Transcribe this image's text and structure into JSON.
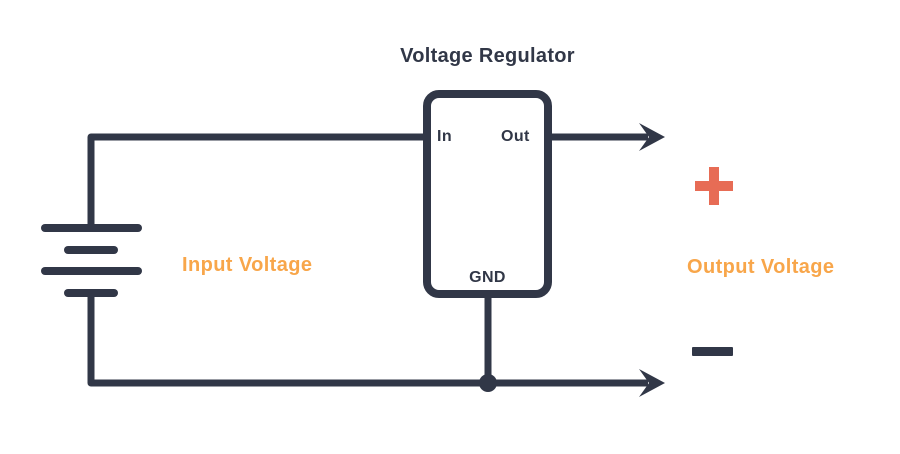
{
  "diagram": {
    "title": "Voltage Regulator",
    "regulator": {
      "pin_in": "In",
      "pin_out": "Out",
      "pin_gnd": "GND"
    },
    "input_label": "Input Voltage",
    "output_label": "Output Voltage",
    "polarity": {
      "positive_symbol": "+",
      "negative_symbol": "−"
    },
    "icons": {
      "battery": "battery-icon",
      "output_arrows": "arrow-right-icon",
      "junction": "junction-dot",
      "positive": "plus-icon",
      "negative": "minus-icon"
    },
    "colors": {
      "wire": "#313747",
      "accent": "#F8A64A",
      "positive": "#E76C55",
      "background": "#FFFFFF"
    }
  }
}
